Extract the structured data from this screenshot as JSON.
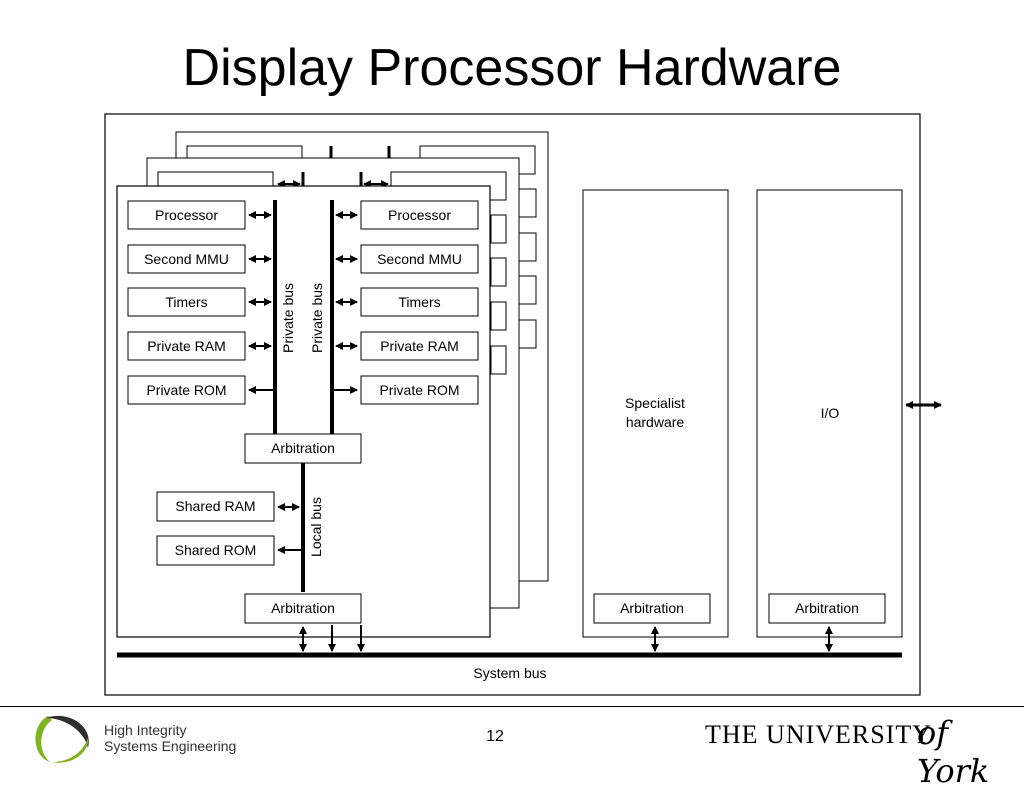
{
  "title": "Display Processor Hardware",
  "diagram": {
    "left_components": [
      "Processor",
      "Second MMU",
      "Timers",
      "Private RAM",
      "Private ROM"
    ],
    "right_components": [
      "Processor",
      "Second MMU",
      "Timers",
      "Private RAM",
      "Private ROM"
    ],
    "private_bus_label": "Private bus",
    "arbitration_label": "Arbitration",
    "shared_components": [
      "Shared RAM",
      "Shared ROM"
    ],
    "local_bus_label": "Local bus",
    "specialist_label_line1": "Specialist",
    "specialist_label_line2": "hardware",
    "io_label": "I/O",
    "system_bus_label": "System bus"
  },
  "footer": {
    "page_number": "12",
    "hise_line1": "High Integrity",
    "hise_line2": "Systems Engineering",
    "university": "THE UNIVERSITY",
    "of_york": "of York"
  }
}
